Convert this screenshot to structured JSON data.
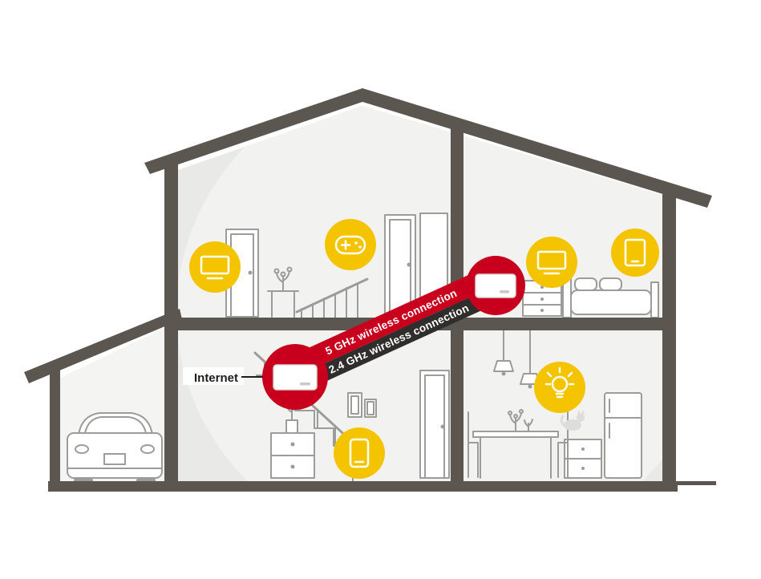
{
  "labels": {
    "internet": "Internet",
    "connection_5ghz": "5 GHz wireless connection",
    "connection_24ghz": "2.4 GHz wireless connection"
  },
  "colors": {
    "accent_yellow": "#F5C400",
    "accent_red": "#C8001E",
    "band_dark": "#302E2C",
    "wall_dark": "#5B5650",
    "line_gray": "#9C9C9A",
    "interior_gray": "#E9E9E7",
    "interior_light": "#F2F2F0"
  },
  "icons": [
    {
      "name": "tv-icon",
      "location": "upstairs-left-room"
    },
    {
      "name": "gamepad-icon",
      "location": "upstairs-hallway"
    },
    {
      "name": "tv-icon",
      "location": "upstairs-bedroom"
    },
    {
      "name": "tablet-icon",
      "location": "upstairs-bedroom"
    },
    {
      "name": "smartphone-icon",
      "location": "downstairs-hallway"
    },
    {
      "name": "lightbulb-icon",
      "location": "downstairs-kitchen"
    }
  ],
  "devices": [
    {
      "name": "mesh-unit-downstairs",
      "label": "Internet"
    },
    {
      "name": "mesh-unit-upstairs",
      "label": ""
    }
  ]
}
